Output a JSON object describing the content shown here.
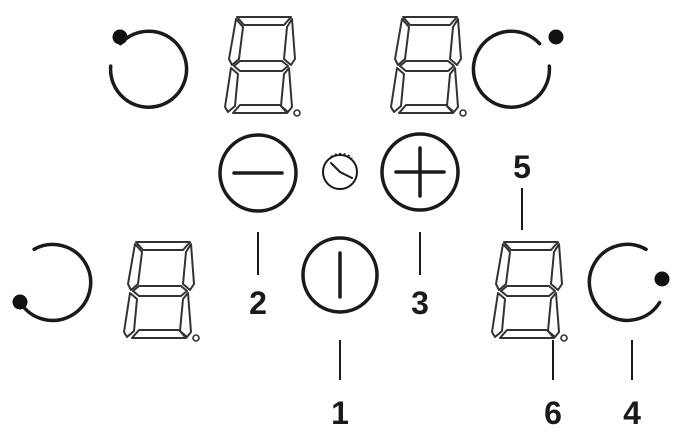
{
  "panel": {
    "callouts": {
      "c1": "1",
      "c2": "2",
      "c3": "3",
      "c4": "4",
      "c5": "5",
      "c6": "6"
    },
    "icons": {
      "selector": "cooking-zone-selector-icon",
      "display": "seven-segment-display-icon",
      "minus": "minus-button-icon",
      "plus": "plus-button-icon",
      "timer": "timer-clock-icon",
      "power": "power-on-off-icon"
    }
  }
}
